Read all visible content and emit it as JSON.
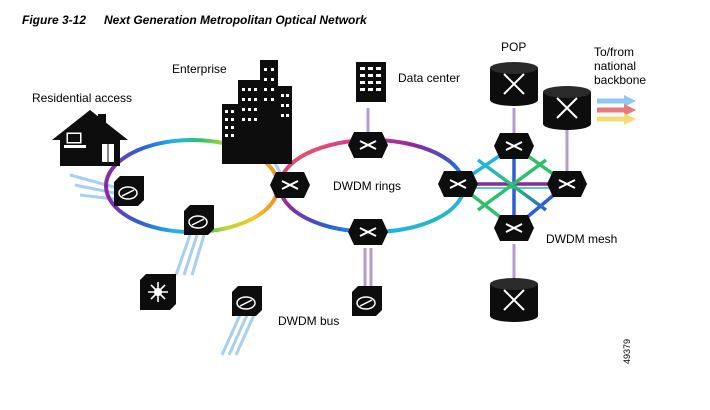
{
  "figure": {
    "number": "Figure 3-12",
    "title": "Next Generation Metropolitan Optical Network",
    "id_tag": "49379"
  },
  "labels": {
    "residential": "Residential access",
    "enterprise": "Enterprise",
    "data_center": "Data center",
    "pop": "POP",
    "backbone_line1": "To/from",
    "backbone_line2": "national",
    "backbone_line3": "backbone",
    "dwdm_rings": "DWDM rings",
    "dwdm_mesh": "DWDM mesh",
    "dwdm_bus": "DWDM bus"
  },
  "colors": {
    "node_fill": "#0d0d0d",
    "access_link": "#a8d0ec",
    "connector_link": "#b49ccc",
    "backbone_blue": "#8fc8ec",
    "backbone_red": "#e87a7a",
    "backbone_yellow": "#f2dc78",
    "fiber_spectrum": [
      "#8a2a9e",
      "#2c5fd6",
      "#22b3e6",
      "#2fc06a",
      "#b6d93a",
      "#f2c92b",
      "#f08a2a",
      "#d83a8a"
    ]
  },
  "icons": [
    "house-icon",
    "building-icon",
    "server-rack-icon",
    "router-icon",
    "optical-switch-icon",
    "adm-icon",
    "star-switch-icon",
    "arrow-icon"
  ]
}
